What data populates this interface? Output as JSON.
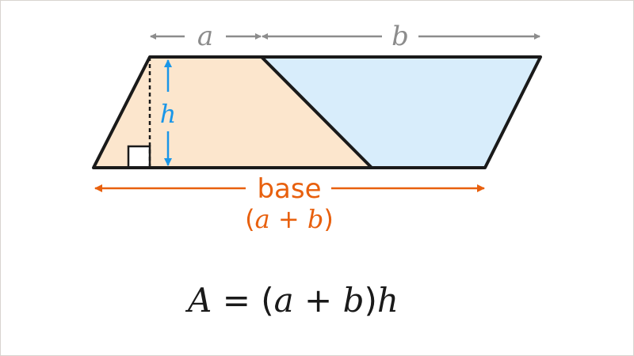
{
  "labels": {
    "a": "a",
    "b": "b",
    "h": "h",
    "base": "base",
    "base_expr_open": "(",
    "base_expr_a": "a",
    "base_expr_plus": " + ",
    "base_expr_b": "b",
    "base_expr_close": ")"
  },
  "formula": {
    "A": "A",
    "eq": " = (",
    "a": "a",
    "plus": " + ",
    "b": "b",
    "close": ")",
    "h": "h"
  },
  "colors": {
    "peach": "#fce6cd",
    "blue": "#d8edfb",
    "gray": "#8c8c8c",
    "height_blue": "#1a96e8",
    "orange": "#e8600e",
    "outline": "#1a1a1a"
  }
}
